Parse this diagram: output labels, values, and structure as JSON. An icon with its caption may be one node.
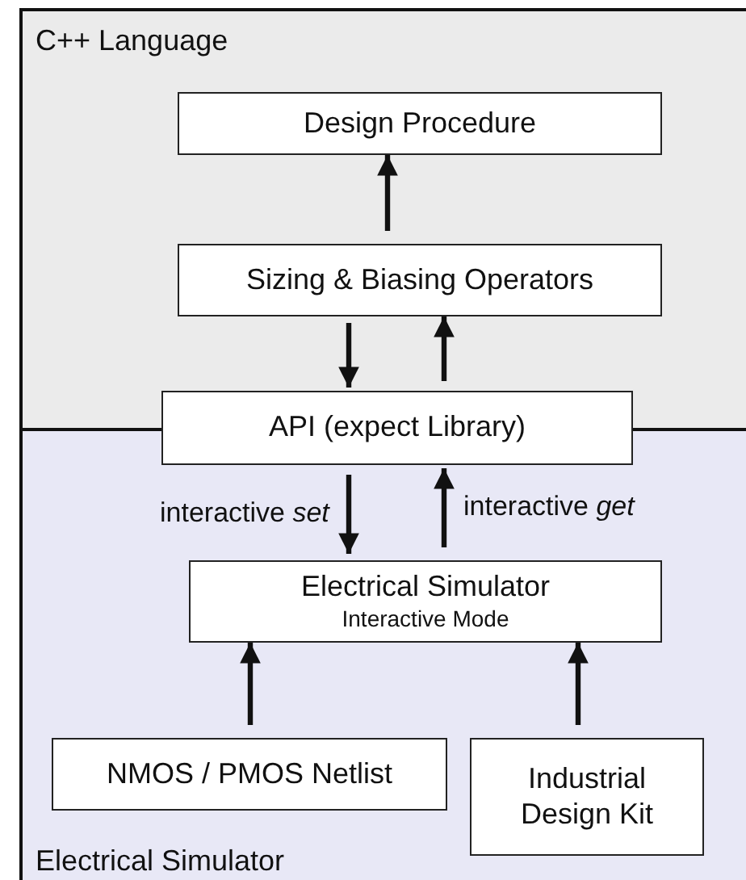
{
  "diagram": {
    "nodes": [
      {
        "text": [
          "C++ Language"
        ]
      },
      {
        "text": [
          "Design Procedure"
        ],
        "in": 0
      },
      {
        "text": [
          "Sizing & Biasing Operators"
        ],
        "in": 0
      },
      {
        "text": [
          "API (expect Library)"
        ]
      },
      {
        "text": [
          "Electrical Simulator"
        ]
      },
      {
        "text": [
          "Electrical Simulator",
          "Interactive Mode"
        ],
        "in": 4
      },
      {
        "text": [
          "NMOS / PMOS Netlist"
        ],
        "in": 4
      },
      {
        "text": [
          "Industrial Design Kit"
        ],
        "in": 4
      }
    ],
    "edges": [
      {
        "from": 2,
        "to": 1,
        "arrow": "to"
      },
      {
        "from": 2,
        "to": 3,
        "arrow": "to"
      },
      {
        "from": 3,
        "to": 2,
        "arrow": "to"
      },
      {
        "from": 3,
        "to": 5,
        "arrow": "to",
        "label": "interactive *set*"
      },
      {
        "from": 5,
        "to": 3,
        "arrow": "to",
        "label": "interactive *get*"
      },
      {
        "from": 6,
        "to": 5,
        "arrow": "to"
      },
      {
        "from": 7,
        "to": 5,
        "arrow": "to"
      }
    ]
  }
}
